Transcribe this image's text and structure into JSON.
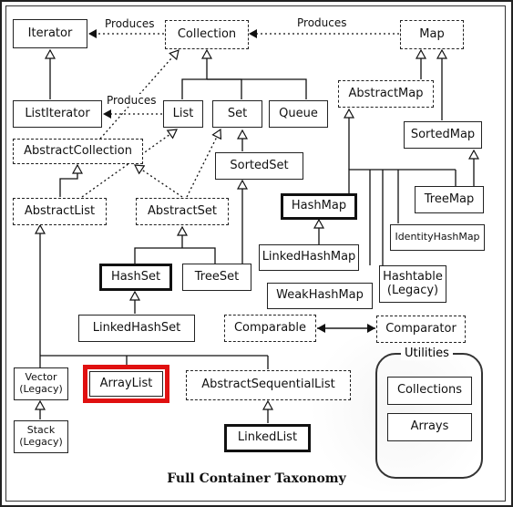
{
  "diagram": {
    "caption": "Full Container Taxonomy",
    "edge_labels": {
      "produces_iterator": "Produces",
      "produces_map": "Produces",
      "produces_listiterator": "Produces"
    },
    "utilities_title": "Utilities",
    "nodes": {
      "iterator": "Iterator",
      "collection": "Collection",
      "map": "Map",
      "list_iterator": "ListIterator",
      "list": "List",
      "set": "Set",
      "queue": "Queue",
      "abstract_map": "AbstractMap",
      "sorted_map": "SortedMap",
      "abstract_collection": "AbstractCollection",
      "sorted_set": "SortedSet",
      "abstract_list": "AbstractList",
      "abstract_set": "AbstractSet",
      "hash_map": "HashMap",
      "tree_map": "TreeMap",
      "identity_hash_map": "IdentityHashMap",
      "linked_hash_map": "LinkedHashMap",
      "hash_set": "HashSet",
      "tree_set": "TreeSet",
      "hashtable": "Hashtable",
      "hashtable_legacy": "(Legacy)",
      "weak_hash_map": "WeakHashMap",
      "linked_hash_set": "LinkedHashSet",
      "comparable": "Comparable",
      "comparator": "Comparator",
      "vector": "Vector",
      "vector_legacy": "(Legacy)",
      "array_list": "ArrayList",
      "abstract_sequential_list": "AbstractSequentialList",
      "stack": "Stack",
      "stack_legacy": "(Legacy)",
      "linked_list": "LinkedList",
      "collections": "Collections",
      "arrays": "Arrays"
    }
  },
  "colors": {
    "highlight": "#e01010",
    "ink": "#111111"
  }
}
